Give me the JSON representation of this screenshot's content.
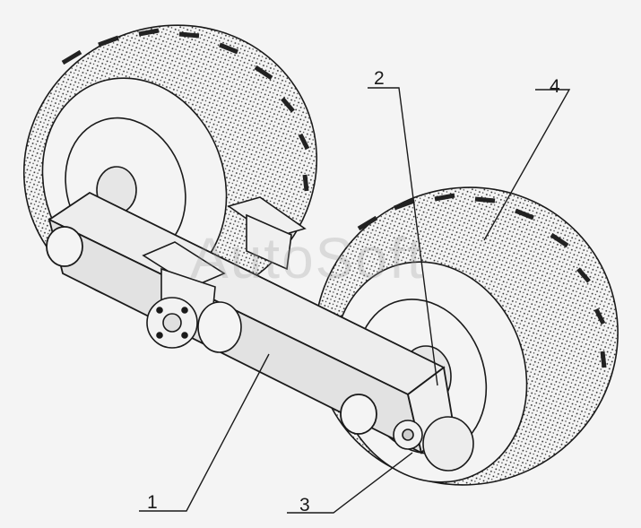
{
  "callouts": {
    "c1": "1",
    "c2": "2",
    "c3": "3",
    "c4": "4"
  },
  "watermark": "AutoSoft",
  "colors": {
    "background": "#f4f4f4",
    "ink": "#1a1a1a"
  }
}
